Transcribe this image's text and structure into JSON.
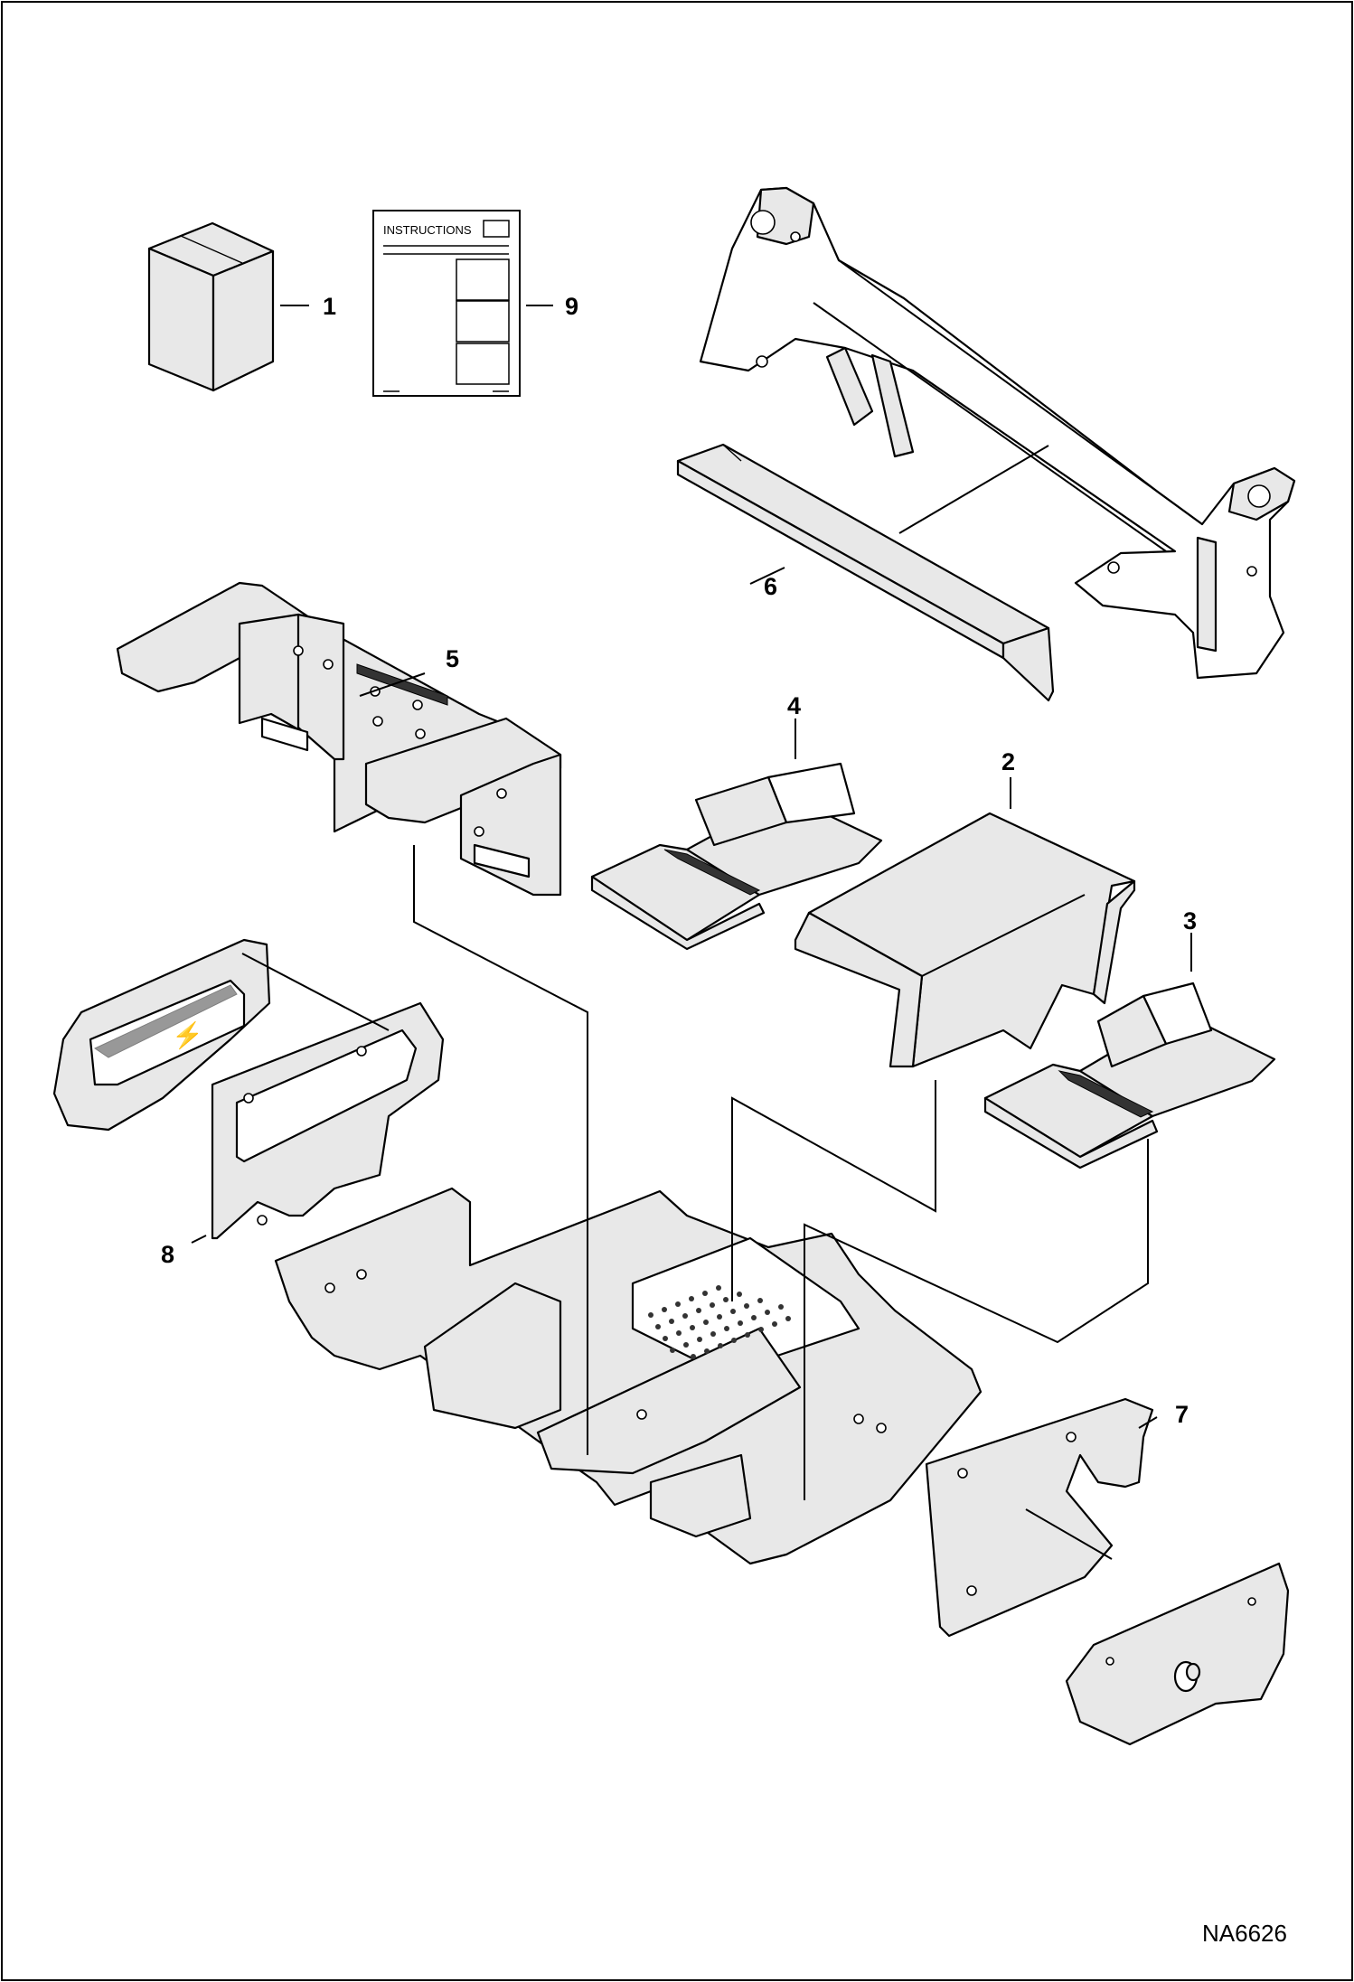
{
  "drawing_id": "NA6626",
  "instructions_sheet_title": "INSTRUCTIONS",
  "callouts": [
    {
      "id": "c1",
      "label": "1"
    },
    {
      "id": "c2",
      "label": "2"
    },
    {
      "id": "c3",
      "label": "3"
    },
    {
      "id": "c4",
      "label": "4"
    },
    {
      "id": "c5",
      "label": "5"
    },
    {
      "id": "c6",
      "label": "6"
    },
    {
      "id": "c7",
      "label": "7"
    },
    {
      "id": "c8",
      "label": "8"
    },
    {
      "id": "c9",
      "label": "9"
    }
  ],
  "colors": {
    "line": "#000000",
    "part_fill": "#e8e8e8",
    "background": "#ffffff"
  }
}
